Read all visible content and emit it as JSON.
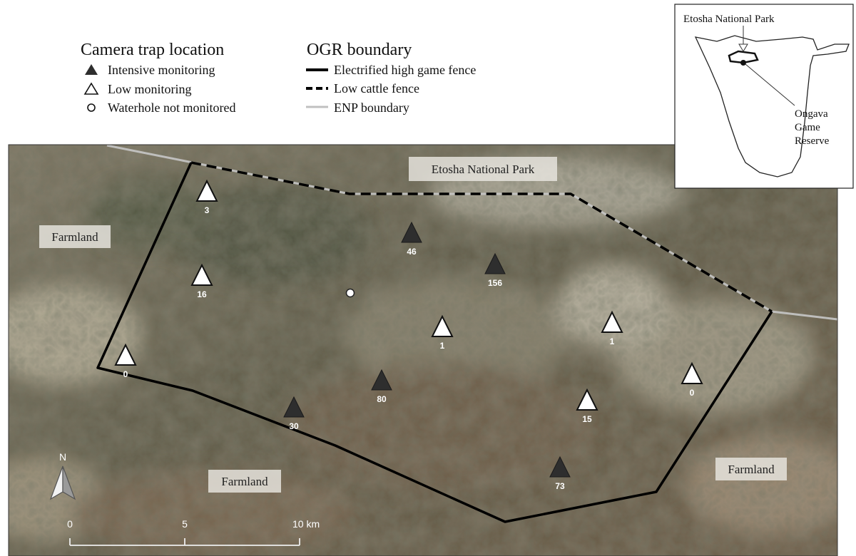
{
  "legend": {
    "trap_title": "Camera trap location",
    "trap_items": [
      {
        "symbol": "intensive",
        "label": "Intensive monitoring"
      },
      {
        "symbol": "low",
        "label": "Low monitoring"
      },
      {
        "symbol": "waterhole",
        "label": "Waterhole not monitored"
      }
    ],
    "boundary_title": "OGR boundary",
    "boundary_items": [
      {
        "style": "solid",
        "label": "Electrified high game fence"
      },
      {
        "style": "dashed",
        "label": "Low cattle fence"
      },
      {
        "style": "enp",
        "label": "ENP boundary"
      }
    ]
  },
  "map_labels": {
    "etosha": "Etosha National Park",
    "farmland_west": "Farmland",
    "farmland_south": "Farmland",
    "farmland_east": "Farmland"
  },
  "traps": [
    {
      "type": "low",
      "count": "3"
    },
    {
      "type": "intensive",
      "count": "46"
    },
    {
      "type": "intensive",
      "count": "156"
    },
    {
      "type": "low",
      "count": "16"
    },
    {
      "type": "low",
      "count": "1"
    },
    {
      "type": "low",
      "count": "1"
    },
    {
      "type": "low",
      "count": "0"
    },
    {
      "type": "low",
      "count": "0"
    },
    {
      "type": "intensive",
      "count": "80"
    },
    {
      "type": "intensive",
      "count": "30"
    },
    {
      "type": "low",
      "count": "15"
    },
    {
      "type": "intensive",
      "count": "73"
    }
  ],
  "north_arrow": "N",
  "scale_bar": {
    "ticks": [
      "0",
      "5",
      "10 km"
    ]
  },
  "inset": {
    "label_top": "Etosha National Park",
    "label_right": "Ongava\nGame\nReserve"
  },
  "colors": {
    "intensive_marker": "#2e2e2e",
    "low_marker": "#ffffff",
    "fence_line": "#000000",
    "enp_line": "#bdbdbd"
  }
}
